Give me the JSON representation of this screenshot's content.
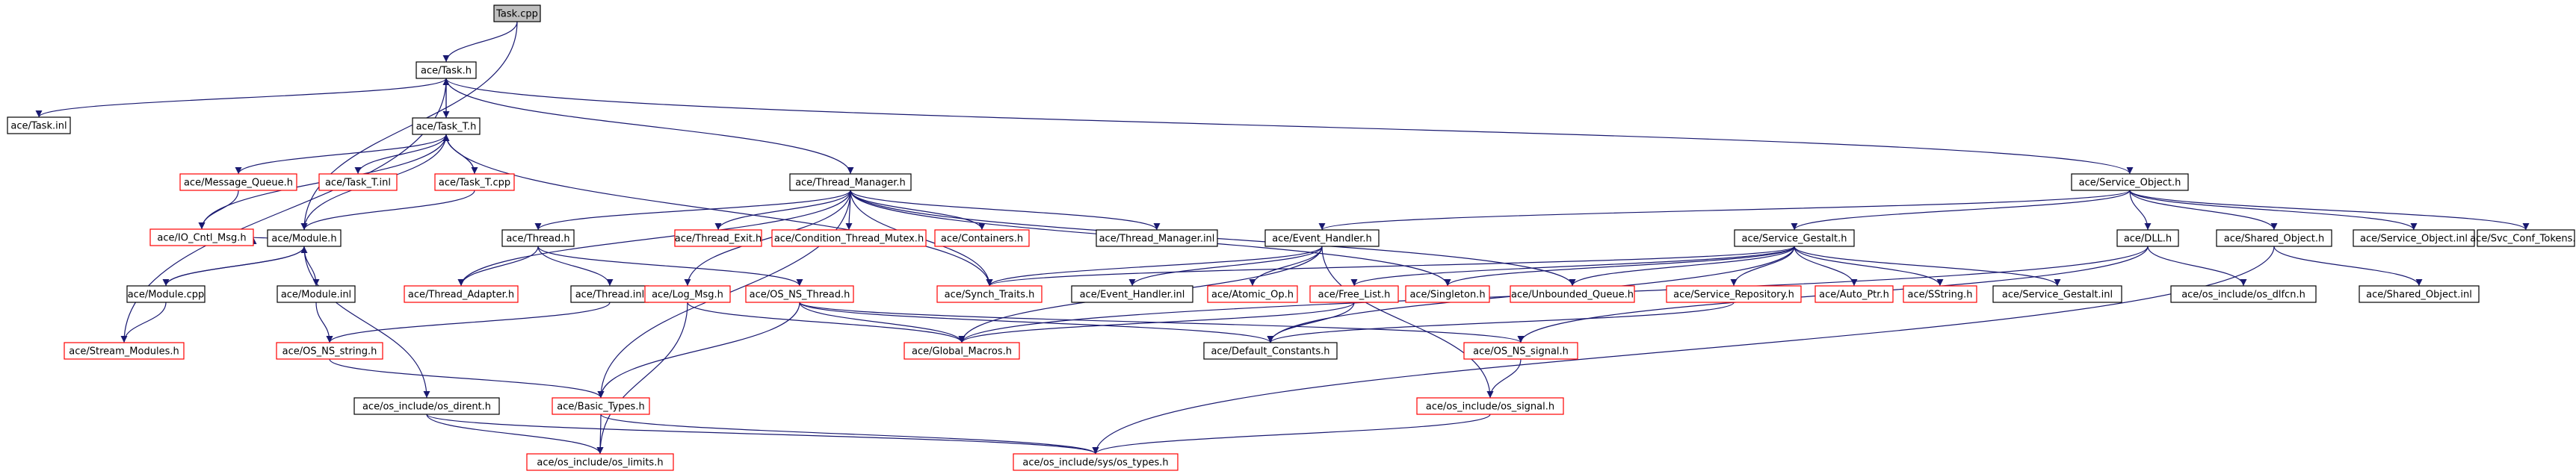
{
  "colors": {
    "edge": "#191970",
    "box_normal": "#000000",
    "box_missing": "#ff0000",
    "box_root_fill": "#bfbfbf",
    "text": "#000000"
  },
  "nodes": [
    {
      "id": "task_cpp",
      "label": "Task.cpp",
      "kind": "root"
    },
    {
      "id": "task_h",
      "label": "ace/Task.h",
      "kind": "normal"
    },
    {
      "id": "task_inl",
      "label": "ace/Task.inl",
      "kind": "normal"
    },
    {
      "id": "task_t_h",
      "label": "ace/Task_T.h",
      "kind": "normal"
    },
    {
      "id": "message_queue_h",
      "label": "ace/Message_Queue.h",
      "kind": "missing"
    },
    {
      "id": "task_t_inl",
      "label": "ace/Task_T.inl",
      "kind": "missing"
    },
    {
      "id": "task_t_cpp",
      "label": "ace/Task_T.cpp",
      "kind": "missing"
    },
    {
      "id": "io_cntl_msg_h",
      "label": "ace/IO_Cntl_Msg.h",
      "kind": "missing"
    },
    {
      "id": "module_h",
      "label": "ace/Module.h",
      "kind": "normal"
    },
    {
      "id": "module_cpp",
      "label": "ace/Module.cpp",
      "kind": "normal"
    },
    {
      "id": "module_inl",
      "label": "ace/Module.inl",
      "kind": "normal"
    },
    {
      "id": "stream_modules_h",
      "label": "ace/Stream_Modules.h",
      "kind": "missing"
    },
    {
      "id": "os_ns_string_h",
      "label": "ace/OS_NS_string.h",
      "kind": "missing"
    },
    {
      "id": "os_dirent_h",
      "label": "ace/os_include/os_dirent.h",
      "kind": "normal"
    },
    {
      "id": "basic_types_h",
      "label": "ace/Basic_Types.h",
      "kind": "missing"
    },
    {
      "id": "os_limits_h",
      "label": "ace/os_include/os_limits.h",
      "kind": "missing"
    },
    {
      "id": "os_types_h",
      "label": "ace/os_include/sys/os_types.h",
      "kind": "missing"
    },
    {
      "id": "thread_manager_h",
      "label": "ace/Thread_Manager.h",
      "kind": "normal"
    },
    {
      "id": "thread_h",
      "label": "ace/Thread.h",
      "kind": "normal"
    },
    {
      "id": "thread_adapter_h",
      "label": "ace/Thread_Adapter.h",
      "kind": "missing"
    },
    {
      "id": "thread_inl",
      "label": "ace/Thread.inl",
      "kind": "normal"
    },
    {
      "id": "log_msg_h",
      "label": "ace/Log_Msg.h",
      "kind": "missing"
    },
    {
      "id": "os_ns_thread_h",
      "label": "ace/OS_NS_Thread.h",
      "kind": "missing"
    },
    {
      "id": "thread_exit_h",
      "label": "ace/Thread_Exit.h",
      "kind": "missing"
    },
    {
      "id": "condition_thread_mutex_h",
      "label": "ace/Condition_Thread_Mutex.h",
      "kind": "missing"
    },
    {
      "id": "containers_h",
      "label": "ace/Containers.h",
      "kind": "missing"
    },
    {
      "id": "synch_traits_h",
      "label": "ace/Synch_Traits.h",
      "kind": "missing"
    },
    {
      "id": "global_macros_h",
      "label": "ace/Global_Macros.h",
      "kind": "missing"
    },
    {
      "id": "default_constants_h",
      "label": "ace/Default_Constants.h",
      "kind": "normal"
    },
    {
      "id": "thread_manager_inl",
      "label": "ace/Thread_Manager.inl",
      "kind": "normal"
    },
    {
      "id": "event_handler_h",
      "label": "ace/Event_Handler.h",
      "kind": "normal"
    },
    {
      "id": "event_handler_inl",
      "label": "ace/Event_Handler.inl",
      "kind": "normal"
    },
    {
      "id": "atomic_op_h",
      "label": "ace/Atomic_Op.h",
      "kind": "missing"
    },
    {
      "id": "free_list_h",
      "label": "ace/Free_List.h",
      "kind": "missing"
    },
    {
      "id": "singleton_h",
      "label": "ace/Singleton.h",
      "kind": "missing"
    },
    {
      "id": "unbounded_queue_h",
      "label": "ace/Unbounded_Queue.h",
      "kind": "missing"
    },
    {
      "id": "os_ns_signal_h",
      "label": "ace/OS_NS_signal.h",
      "kind": "missing"
    },
    {
      "id": "os_signal_h",
      "label": "ace/os_include/os_signal.h",
      "kind": "missing"
    },
    {
      "id": "service_object_h",
      "label": "ace/Service_Object.h",
      "kind": "normal"
    },
    {
      "id": "service_gestalt_h",
      "label": "ace/Service_Gestalt.h",
      "kind": "normal"
    },
    {
      "id": "service_repository_h",
      "label": "ace/Service_Repository.h",
      "kind": "missing"
    },
    {
      "id": "auto_ptr_h",
      "label": "ace/Auto_Ptr.h",
      "kind": "missing"
    },
    {
      "id": "sstring_h",
      "label": "ace/SString.h",
      "kind": "missing"
    },
    {
      "id": "service_gestalt_inl",
      "label": "ace/Service_Gestalt.inl",
      "kind": "normal"
    },
    {
      "id": "dll_h",
      "label": "ace/DLL.h",
      "kind": "normal"
    },
    {
      "id": "os_dlfcn_h",
      "label": "ace/os_include/os_dlfcn.h",
      "kind": "normal"
    },
    {
      "id": "shared_object_h",
      "label": "ace/Shared_Object.h",
      "kind": "normal"
    },
    {
      "id": "shared_object_inl",
      "label": "ace/Shared_Object.inl",
      "kind": "normal"
    },
    {
      "id": "service_object_inl",
      "label": "ace/Service_Object.inl",
      "kind": "normal"
    },
    {
      "id": "svc_conf_tokens_h",
      "label": "ace/Svc_Conf_Tokens.h",
      "kind": "normal"
    }
  ],
  "edges": [
    [
      "task_cpp",
      "task_h"
    ],
    [
      "task_cpp",
      "module_h"
    ],
    [
      "task_h",
      "task_inl"
    ],
    [
      "task_h",
      "task_t_h"
    ],
    [
      "task_h",
      "thread_manager_h"
    ],
    [
      "task_h",
      "service_object_h"
    ],
    [
      "task_t_h",
      "task_h"
    ],
    [
      "task_t_h",
      "message_queue_h"
    ],
    [
      "task_t_h",
      "task_t_inl"
    ],
    [
      "task_t_h",
      "task_t_cpp"
    ],
    [
      "task_t_h",
      "io_cntl_msg_h"
    ],
    [
      "task_t_h",
      "synch_traits_h"
    ],
    [
      "task_t_cpp",
      "task_t_h"
    ],
    [
      "task_t_cpp",
      "module_h"
    ],
    [
      "message_queue_h",
      "io_cntl_msg_h"
    ],
    [
      "module_h",
      "task_t_h"
    ],
    [
      "module_h",
      "io_cntl_msg_h"
    ],
    [
      "module_h",
      "module_cpp"
    ],
    [
      "module_h",
      "module_inl"
    ],
    [
      "module_h",
      "os_dirent_h"
    ],
    [
      "module_cpp",
      "module_h"
    ],
    [
      "module_cpp",
      "stream_modules_h"
    ],
    [
      "stream_modules_h",
      "task_h"
    ],
    [
      "module_inl",
      "os_ns_string_h"
    ],
    [
      "os_ns_string_h",
      "basic_types_h"
    ],
    [
      "os_dirent_h",
      "os_limits_h"
    ],
    [
      "os_dirent_h",
      "os_types_h"
    ],
    [
      "basic_types_h",
      "os_limits_h"
    ],
    [
      "basic_types_h",
      "os_types_h"
    ],
    [
      "thread_manager_h",
      "thread_h"
    ],
    [
      "thread_manager_h",
      "thread_adapter_h"
    ],
    [
      "thread_manager_h",
      "log_msg_h"
    ],
    [
      "thread_manager_h",
      "thread_exit_h"
    ],
    [
      "thread_manager_h",
      "condition_thread_mutex_h"
    ],
    [
      "thread_manager_h",
      "containers_h"
    ],
    [
      "thread_manager_h",
      "synch_traits_h"
    ],
    [
      "thread_manager_h",
      "thread_manager_inl"
    ],
    [
      "thread_manager_h",
      "singleton_h"
    ],
    [
      "thread_manager_h",
      "unbounded_queue_h"
    ],
    [
      "thread_manager_h",
      "basic_types_h"
    ],
    [
      "thread_h",
      "thread_adapter_h"
    ],
    [
      "thread_h",
      "thread_inl"
    ],
    [
      "thread_h",
      "os_ns_thread_h"
    ],
    [
      "thread_inl",
      "os_ns_string_h"
    ],
    [
      "log_msg_h",
      "global_macros_h"
    ],
    [
      "log_msg_h",
      "os_limits_h"
    ],
    [
      "os_ns_thread_h",
      "global_macros_h"
    ],
    [
      "os_ns_thread_h",
      "basic_types_h"
    ],
    [
      "os_ns_thread_h",
      "default_constants_h"
    ],
    [
      "os_ns_thread_h",
      "os_ns_signal_h"
    ],
    [
      "service_object_h",
      "event_handler_h"
    ],
    [
      "service_object_h",
      "service_gestalt_h"
    ],
    [
      "service_object_h",
      "dll_h"
    ],
    [
      "service_object_h",
      "shared_object_h"
    ],
    [
      "service_object_h",
      "service_object_inl"
    ],
    [
      "service_object_h",
      "svc_conf_tokens_h"
    ],
    [
      "event_handler_h",
      "synch_traits_h"
    ],
    [
      "event_handler_h",
      "event_handler_inl"
    ],
    [
      "event_handler_h",
      "atomic_op_h"
    ],
    [
      "event_handler_h",
      "os_signal_h"
    ],
    [
      "event_handler_h",
      "global_macros_h"
    ],
    [
      "free_list_h",
      "default_constants_h"
    ],
    [
      "free_list_h",
      "global_macros_h"
    ],
    [
      "service_gestalt_h",
      "synch_traits_h"
    ],
    [
      "service_gestalt_h",
      "singleton_h"
    ],
    [
      "service_gestalt_h",
      "unbounded_queue_h"
    ],
    [
      "service_gestalt_h",
      "service_repository_h"
    ],
    [
      "service_gestalt_h",
      "auto_ptr_h"
    ],
    [
      "service_gestalt_h",
      "sstring_h"
    ],
    [
      "service_gestalt_h",
      "service_gestalt_inl"
    ],
    [
      "service_gestalt_h",
      "default_constants_h"
    ],
    [
      "service_gestalt_h",
      "free_list_h"
    ],
    [
      "service_repository_h",
      "default_constants_h"
    ],
    [
      "os_ns_signal_h",
      "os_signal_h"
    ],
    [
      "os_signal_h",
      "os_types_h"
    ],
    [
      "dll_h",
      "os_dlfcn_h"
    ],
    [
      "dll_h",
      "global_macros_h"
    ],
    [
      "dll_h",
      "os_ns_signal_h"
    ],
    [
      "shared_object_h",
      "shared_object_inl"
    ],
    [
      "shared_object_h",
      "os_types_h"
    ]
  ]
}
